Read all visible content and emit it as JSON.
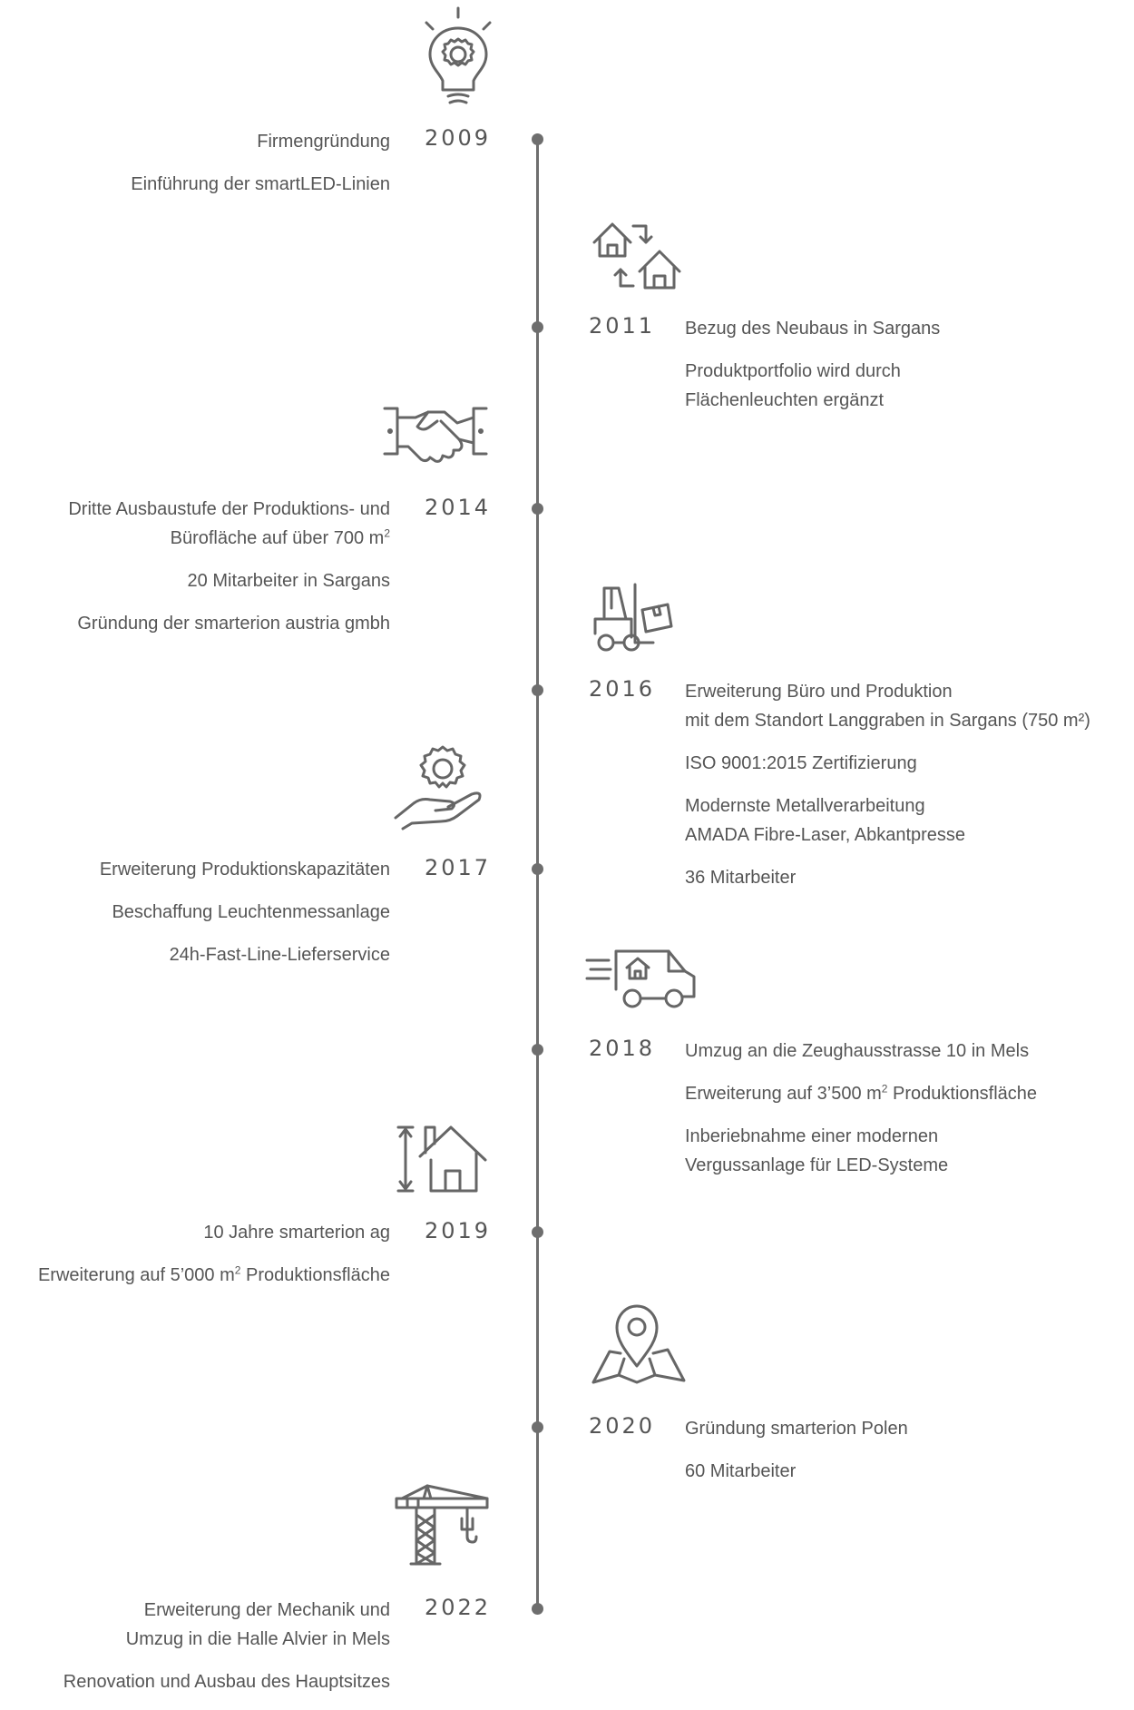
{
  "timeline": [
    {
      "year": "2009",
      "side": "left",
      "icon": "lightbulb-gear-icon",
      "items": [
        "Firmengründung",
        "Einführung der smartLED-Linien"
      ]
    },
    {
      "year": "2011",
      "side": "right",
      "icon": "houses-exchange-icon",
      "items": [
        "Bezug des Neubaus in Sargans",
        "Produktportfolio wird durch\nFlächenleuchten ergänzt"
      ]
    },
    {
      "year": "2014",
      "side": "left",
      "icon": "handshake-icon",
      "items": [
        "Dritte Ausbaustufe der Produktions- und\nBürofläche auf über 700 m²",
        "20 Mitarbeiter in Sargans",
        "Gründung der smarterion austria gmbh"
      ]
    },
    {
      "year": "2016",
      "side": "right",
      "icon": "forklift-icon",
      "items": [
        "Erweiterung Büro und Produktion\nmit dem Standort Langgraben in Sargans (750 m²)",
        "ISO 9001:2015 Zertifizierung",
        "Modernste Metallverarbeitung\nAMADA Fibre-Laser, Abkantpresse",
        "36 Mitarbeiter"
      ]
    },
    {
      "year": "2017",
      "side": "left",
      "icon": "gear-hand-icon",
      "items": [
        "Erweiterung Produktionskapazitäten",
        "Beschaffung Leuchtenmessanlage",
        "24h-Fast-Line-Lieferservice"
      ]
    },
    {
      "year": "2018",
      "side": "right",
      "icon": "delivery-van-icon",
      "items": [
        "Umzug an die Zeughausstrasse 10 in Mels",
        "Erweiterung auf 3’500 m² Produktionsfläche",
        "Inberiebnahme einer modernen\nVergussanlage für LED-Systeme"
      ]
    },
    {
      "year": "2019",
      "side": "left",
      "icon": "house-height-icon",
      "items": [
        "10 Jahre smarterion ag",
        "Erweiterung auf 5’000 m² Produktionsfläche"
      ]
    },
    {
      "year": "2020",
      "side": "right",
      "icon": "map-pin-icon",
      "items": [
        "Gründung smarterion Polen",
        "60 Mitarbeiter"
      ]
    },
    {
      "year": "2022",
      "side": "left",
      "icon": "crane-icon",
      "items": [
        "Erweiterung der Mechanik und\nUmzug in die Halle Alvier in Mels",
        "Renovation und Ausbau des Hauptsitzes"
      ]
    }
  ],
  "colors": {
    "text": "#555555",
    "line": "#6e6e6e",
    "icon": "#666666"
  }
}
